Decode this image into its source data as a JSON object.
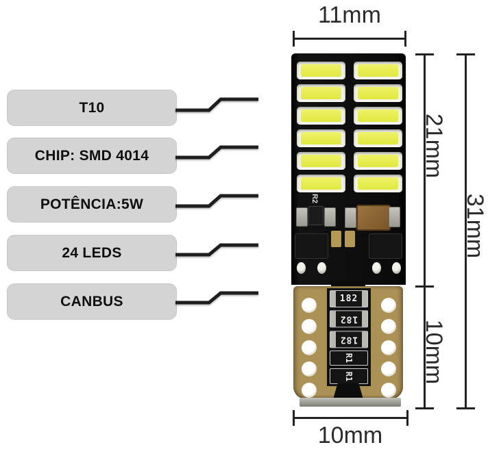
{
  "spec_labels": [
    {
      "text": "T10"
    },
    {
      "text": "CHIP: SMD 4014"
    },
    {
      "text": "POTÊNCIA:5W"
    },
    {
      "text": "24 LEDS"
    },
    {
      "text": "CANBUS"
    }
  ],
  "dimensions": {
    "top_width": "11mm",
    "led_section_height": "21mm",
    "total_height": "31mm",
    "base_section_height": "10mm",
    "bottom_width": "10mm"
  },
  "pcb_markings": {
    "driver_resistor": "R2",
    "base_resistors": [
      "182",
      "182",
      "182"
    ],
    "base_pads": [
      "R1",
      "R1"
    ]
  },
  "colors": {
    "label_box_bg": "#d4d4d4",
    "label_text": "#0e0e0e",
    "annotation_line": "#222222",
    "pcb_black": "#0a0a0a",
    "led_face_white": "#f1f0e4",
    "led_phosphor_yellow": "#e7ee4c",
    "base_gold": "#ac9155",
    "contact_metal_gray": "#8f8f88"
  }
}
